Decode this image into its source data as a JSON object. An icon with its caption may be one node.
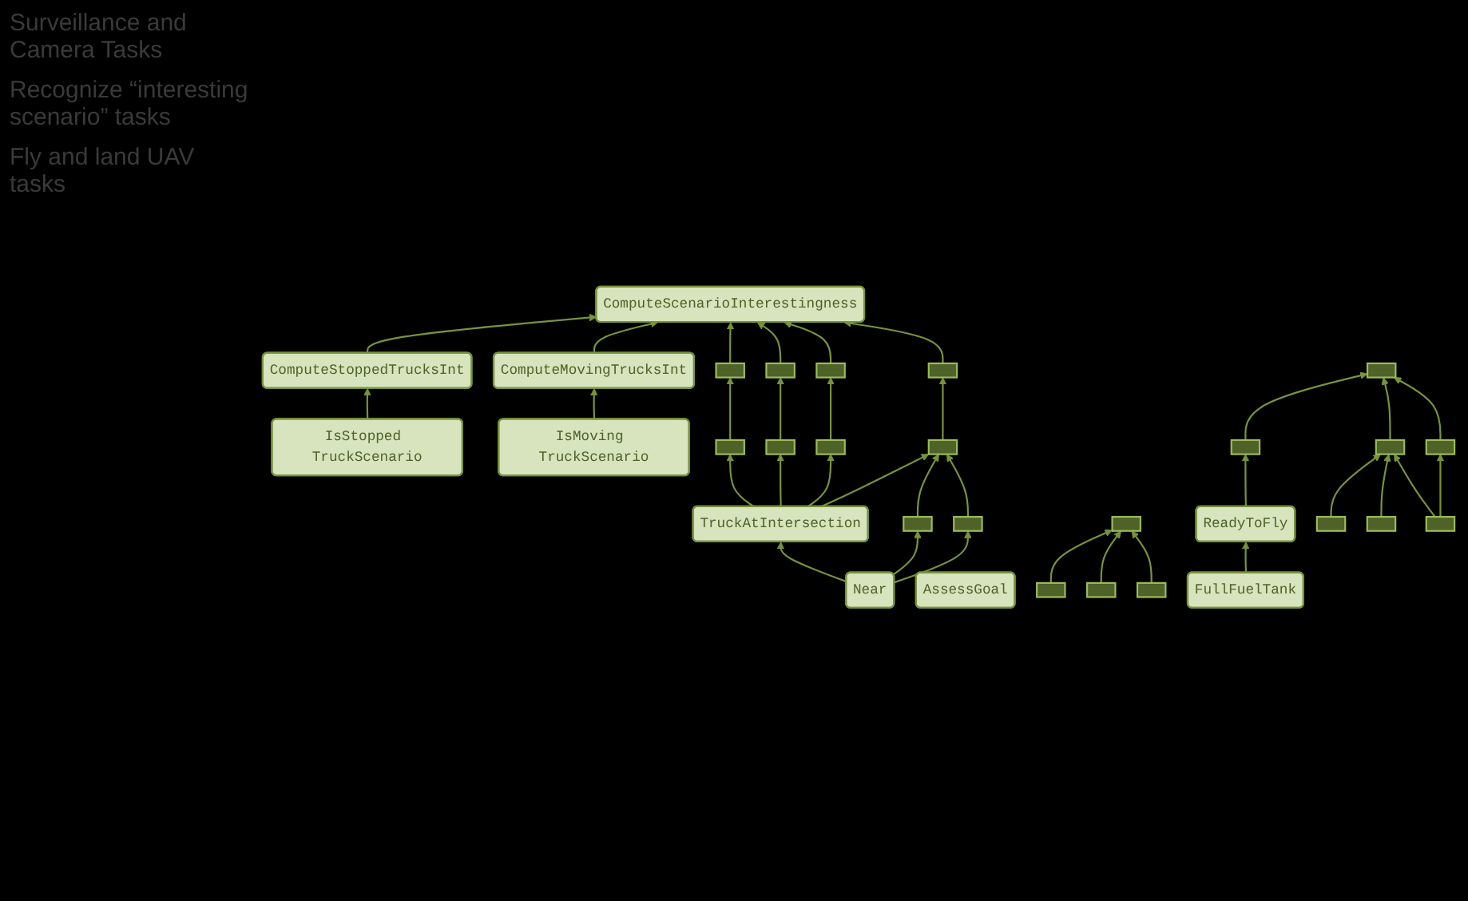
{
  "diagram": {
    "nodes": [
      {
        "text": [
          "ComputeScenarioInterestingness"
        ]
      },
      {
        "text": [
          "ComputeStoppedTrucksInt"
        ]
      },
      {
        "text": [
          "ComputeMovingTrucksInt"
        ]
      },
      {
        "text": [
          "IsStopped TruckScenario"
        ]
      },
      {
        "text": [
          "IsMoving TruckScenario"
        ]
      },
      {
        "text": [
          "TruckAtIntersection"
        ]
      },
      {
        "text": [
          "ReadyToFly"
        ]
      },
      {
        "text": [
          "Near"
        ]
      },
      {
        "text": [
          "AssessGoal"
        ]
      },
      {
        "text": [
          "FullFuelTank"
        ]
      },
      {
        "text": [],
        "shape": "box"
      },
      {
        "text": [],
        "shape": "box"
      },
      {
        "text": [],
        "shape": "box"
      },
      {
        "text": [],
        "shape": "box"
      },
      {
        "text": [],
        "shape": "box"
      },
      {
        "text": [],
        "shape": "box"
      },
      {
        "text": [],
        "shape": "box"
      },
      {
        "text": [],
        "shape": "box"
      },
      {
        "text": [],
        "shape": "box"
      },
      {
        "text": [],
        "shape": "box"
      },
      {
        "text": [],
        "shape": "box"
      },
      {
        "text": [],
        "shape": "box"
      },
      {
        "text": [],
        "shape": "box"
      },
      {
        "text": [],
        "shape": "box"
      },
      {
        "text": [],
        "shape": "box"
      },
      {
        "text": [],
        "shape": "box"
      },
      {
        "text": [],
        "shape": "box"
      },
      {
        "text": [],
        "shape": "box"
      },
      {
        "text": [],
        "shape": "box"
      },
      {
        "text": [],
        "shape": "box"
      },
      {
        "text": [],
        "shape": "box"
      }
    ],
    "edges": [
      {
        "from": 1,
        "to": 0,
        "arrow": "to"
      },
      {
        "from": 2,
        "to": 0,
        "arrow": "to"
      },
      {
        "from": 3,
        "to": 1,
        "arrow": "to"
      },
      {
        "from": 4,
        "to": 2,
        "arrow": "to"
      },
      {
        "from": 11,
        "to": 10,
        "arrow": "to"
      },
      {
        "from": 12,
        "to": 10,
        "arrow": "to"
      },
      {
        "from": 13,
        "to": 10,
        "arrow": "to"
      },
      {
        "from": 14,
        "to": 0,
        "arrow": "to"
      },
      {
        "from": 15,
        "to": 0,
        "arrow": "to"
      },
      {
        "from": 16,
        "to": 0,
        "arrow": "to"
      },
      {
        "from": 17,
        "to": 0,
        "arrow": "to"
      },
      {
        "from": 18,
        "to": 14,
        "arrow": "to"
      },
      {
        "from": 19,
        "to": 15,
        "arrow": "to"
      },
      {
        "from": 20,
        "to": 16,
        "arrow": "to"
      },
      {
        "from": 21,
        "to": 17,
        "arrow": "to"
      },
      {
        "from": 5,
        "to": 18,
        "arrow": "to"
      },
      {
        "from": 5,
        "to": 19,
        "arrow": "to"
      },
      {
        "from": 5,
        "to": 20,
        "arrow": "to"
      },
      {
        "from": 5,
        "to": 21,
        "arrow": "to"
      },
      {
        "from": 22,
        "to": 21,
        "arrow": "to"
      },
      {
        "from": 23,
        "to": 21,
        "arrow": "to"
      },
      {
        "from": 7,
        "to": 5,
        "arrow": "to"
      },
      {
        "from": 7,
        "to": 22,
        "arrow": "to"
      },
      {
        "from": 7,
        "to": 23,
        "arrow": "to"
      },
      {
        "from": 25,
        "to": 24,
        "arrow": "to"
      },
      {
        "from": 26,
        "to": 24,
        "arrow": "to"
      },
      {
        "from": 27,
        "to": 24,
        "arrow": "to"
      },
      {
        "from": 28,
        "to": 25,
        "arrow": "to"
      },
      {
        "from": 29,
        "to": 25,
        "arrow": "to"
      },
      {
        "from": 30,
        "to": 25,
        "arrow": "to"
      },
      {
        "from": 30,
        "to": 26,
        "arrow": "to"
      },
      {
        "from": 6,
        "to": 27,
        "arrow": "to"
      },
      {
        "from": 9,
        "to": 6,
        "arrow": "to"
      }
    ],
    "labels": [
      "Surveillance and Camera Tasks",
      "Recognize “interesting scenario” tasks",
      "Fly and land UAV tasks"
    ]
  }
}
